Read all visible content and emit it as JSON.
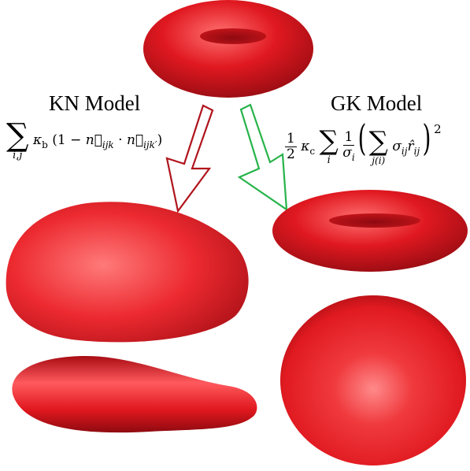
{
  "left": {
    "title": "KN Model",
    "formula": {
      "sum_symbol": "∑",
      "sum_index": "i,j",
      "kappa": "κ",
      "kappa_sub": "b",
      "open": "(1 − ",
      "n1": "n⃗",
      "n1_sub": "ijk",
      "dot": " · ",
      "n2": "n⃗",
      "n2_sub": "ijk′",
      "close": ")"
    }
  },
  "right": {
    "title": "GK Model",
    "formula": {
      "frac_num": "1",
      "frac_den": "2",
      "kappa": "κ",
      "kappa_sub": "c",
      "sum1_symbol": "∑",
      "sum1_index": "i",
      "frac2_num": "1",
      "sigma_i": "σ",
      "sigma_i_sub": "i",
      "sum2_symbol": "∑",
      "sum2_index": "j(i)",
      "sigma_ij": "σ",
      "sigma_ij_sub": "ij",
      "r_hat": "r̂",
      "r_hat_sub": "ij",
      "power": "2"
    }
  },
  "colors": {
    "cell_base": "#d4121c",
    "cell_dark": "#8a0a10",
    "cell_light": "#ff6a6a",
    "arrow_left": "#b0141c",
    "arrow_right": "#27b34a"
  }
}
